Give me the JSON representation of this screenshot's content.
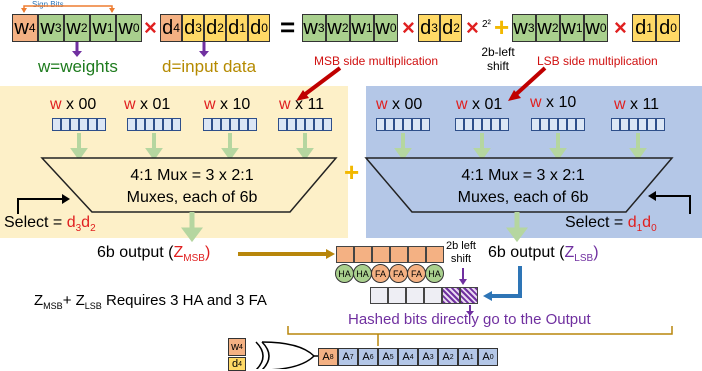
{
  "colors": {
    "weight_cell": "#a9d08e",
    "w4_cell": "#f4b183",
    "data_cell": "#ffd966",
    "panel_left": "#fdf0c8",
    "panel_right": "#b4c7e7",
    "red": "#e02020",
    "purple": "#7030a0",
    "gold_arrow": "#c09000",
    "blue_arrow": "#2e75b6"
  },
  "top": {
    "sign_bits": "Sign Bits",
    "operand_w": [
      {
        "base": "w",
        "sub": "4"
      },
      {
        "base": "w",
        "sub": "3"
      },
      {
        "base": "w",
        "sub": "2"
      },
      {
        "base": "w",
        "sub": "1"
      },
      {
        "base": "w",
        "sub": "0"
      }
    ],
    "times": "×",
    "operand_d": [
      {
        "base": "d",
        "sub": "4"
      },
      {
        "base": "d",
        "sub": "3"
      },
      {
        "base": "d",
        "sub": "2"
      },
      {
        "base": "d",
        "sub": "1"
      },
      {
        "base": "d",
        "sub": "0"
      }
    ],
    "equals": "=",
    "msb_w": [
      {
        "base": "w",
        "sub": "3"
      },
      {
        "base": "w",
        "sub": "2"
      },
      {
        "base": "w",
        "sub": "1"
      },
      {
        "base": "w",
        "sub": "0"
      }
    ],
    "msb_d": [
      {
        "base": "d",
        "sub": "3"
      },
      {
        "base": "d",
        "sub": "2"
      }
    ],
    "shift_factor": "2²",
    "plus": "+",
    "lsb_w": [
      {
        "base": "w",
        "sub": "3"
      },
      {
        "base": "w",
        "sub": "2"
      },
      {
        "base": "w",
        "sub": "1"
      },
      {
        "base": "w",
        "sub": "0"
      }
    ],
    "lsb_d": [
      {
        "base": "d",
        "sub": "1"
      },
      {
        "base": "d",
        "sub": "0"
      }
    ],
    "w_caption": "w=weights",
    "d_caption": "d=input data",
    "msb_caption": "MSB side multiplication",
    "shift_caption_1": "2b-left",
    "shift_caption_2": "shift",
    "lsb_caption": "LSB side multiplication"
  },
  "mux_labels": [
    {
      "w": "w",
      "x": "x 00"
    },
    {
      "w": "w",
      "x": "x 01"
    },
    {
      "w": "w",
      "x": "x 10"
    },
    {
      "w": "w",
      "x": "x 11"
    }
  ],
  "mux_text_1": "4:1 Mux = 3 x 2:1",
  "mux_text_2": "Muxes, each of 6b",
  "select_left": {
    "label": "Select = ",
    "v1": "d",
    "s1": "3",
    "v2": "d",
    "s2": "2"
  },
  "select_right": {
    "label": "Select = ",
    "v1": "d",
    "s1": "1",
    "v2": "d",
    "s2": "0"
  },
  "mid_plus": "+",
  "out_msb": {
    "prefix": "6b output (",
    "z": "Z",
    "sub": "MSB",
    ")": ")"
  },
  "out_lsb": {
    "prefix": "6b output (",
    "z": "Z",
    "sub": "LSB",
    ")": ")"
  },
  "shift_label_1": "2b left",
  "shift_label_2": "shift",
  "adders": [
    "HA",
    "HA",
    "FA",
    "FA",
    "FA",
    "HA"
  ],
  "requires": {
    "z1": "Z",
    "s1": "MSB",
    "plus": "+ ",
    "z2": "Z",
    "s2": "LSB",
    "rest": " Requires 3 HA and 3 FA"
  },
  "hashed": "Hashed bits directly go to the Output",
  "xor_inputs": [
    {
      "base": "w",
      "sub": "4"
    },
    {
      "base": "d",
      "sub": "4"
    }
  ],
  "result_bits": [
    {
      "base": "A",
      "sub": "8"
    },
    {
      "base": "A",
      "sub": "7"
    },
    {
      "base": "A",
      "sub": "6"
    },
    {
      "base": "A",
      "sub": "5"
    },
    {
      "base": "A",
      "sub": "4"
    },
    {
      "base": "A",
      "sub": "3"
    },
    {
      "base": "A",
      "sub": "2"
    },
    {
      "base": "A",
      "sub": "1"
    },
    {
      "base": "A",
      "sub": "0"
    }
  ]
}
